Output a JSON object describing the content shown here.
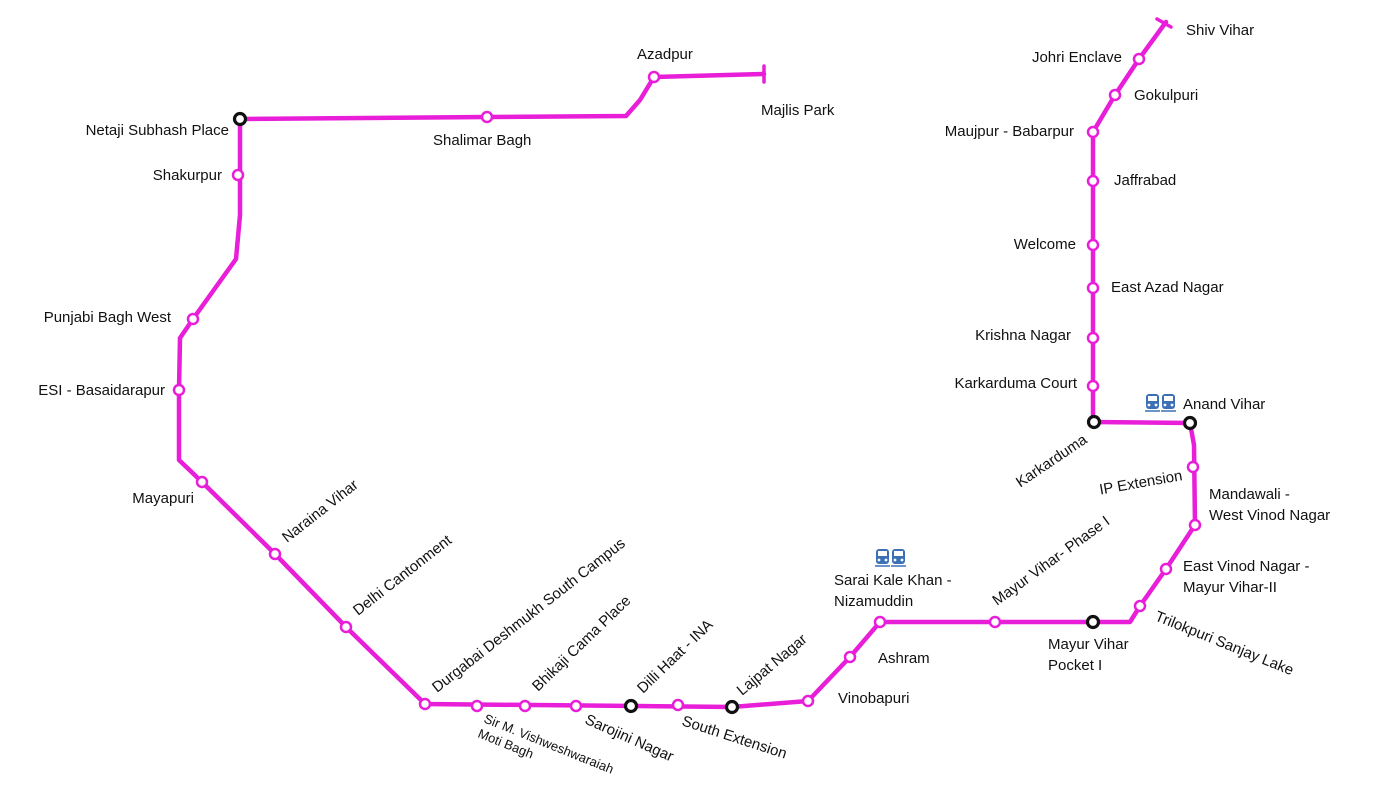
{
  "map_title": "Delhi Metro Pink Line",
  "line_color": "#e81ed8",
  "interchange_color": "#111111",
  "rail_icon_color": "#3b6fb6",
  "stations": [
    {
      "id": "shiv-vihar",
      "label": "Shiv Vihar",
      "type": "terminus"
    },
    {
      "id": "johri-enclave",
      "label": "Johri Enclave",
      "type": "station"
    },
    {
      "id": "gokulpuri",
      "label": "Gokulpuri",
      "type": "station"
    },
    {
      "id": "maujpur-babarpur",
      "label": "Maujpur - Babarpur",
      "type": "station"
    },
    {
      "id": "jaffrabad",
      "label": "Jaffrabad",
      "type": "station"
    },
    {
      "id": "welcome",
      "label": "Welcome",
      "type": "station"
    },
    {
      "id": "east-azad-nagar",
      "label": "East Azad Nagar",
      "type": "station"
    },
    {
      "id": "krishna-nagar",
      "label": "Krishna Nagar",
      "type": "station"
    },
    {
      "id": "karkarduma-court",
      "label": "Karkarduma Court",
      "type": "station"
    },
    {
      "id": "karkarduma",
      "label": "Karkarduma",
      "type": "interchange"
    },
    {
      "id": "anand-vihar",
      "label": "Anand Vihar",
      "type": "interchange",
      "rail_link": true
    },
    {
      "id": "ip-extension",
      "label": "IP Extension",
      "type": "station"
    },
    {
      "id": "mandawali",
      "label": [
        "Mandawali -",
        "West Vinod Nagar"
      ],
      "type": "station"
    },
    {
      "id": "east-vinod-nagar",
      "label": [
        "East Vinod Nagar -",
        "Mayur Vihar-II"
      ],
      "type": "station"
    },
    {
      "id": "trilokpuri",
      "label": "Trilokpuri Sanjay Lake",
      "type": "station"
    },
    {
      "id": "mayur-vihar-pocket-1",
      "label": [
        "Mayur Vihar",
        "Pocket I"
      ],
      "type": "interchange"
    },
    {
      "id": "mayur-vihar-phase-1",
      "label": "Mayur Vihar- Phase I",
      "type": "station"
    },
    {
      "id": "sarai-kale-khan",
      "label": [
        "Sarai Kale Khan -",
        "Nizamuddin"
      ],
      "type": "station",
      "rail_link": true
    },
    {
      "id": "ashram",
      "label": "Ashram",
      "type": "station"
    },
    {
      "id": "vinobapuri",
      "label": "Vinobapuri",
      "type": "station"
    },
    {
      "id": "lajpat-nagar",
      "label": "Lajpat Nagar",
      "type": "interchange"
    },
    {
      "id": "south-extension",
      "label": "South Extension",
      "type": "station"
    },
    {
      "id": "dilli-haat-ina",
      "label": "Dilli Haat - INA",
      "type": "interchange"
    },
    {
      "id": "sarojini-nagar",
      "label": "Sarojini Nagar",
      "type": "station"
    },
    {
      "id": "bhikaji-cama-place",
      "label": "Bhikaji Cama Place",
      "type": "station"
    },
    {
      "id": "moti-bagh",
      "label": [
        "Sir M. Vishweshwaraiah",
        "Moti Bagh"
      ],
      "type": "station"
    },
    {
      "id": "durgabai",
      "label": "Durgabai Deshmukh South Campus",
      "type": "station"
    },
    {
      "id": "delhi-cantonment",
      "label": "Delhi Cantonment",
      "type": "station"
    },
    {
      "id": "naraina-vihar",
      "label": "Naraina Vihar",
      "type": "station"
    },
    {
      "id": "mayapuri",
      "label": "Mayapuri",
      "type": "station"
    },
    {
      "id": "esi-basaidarapur",
      "label": "ESI - Basaidarapur",
      "type": "station"
    },
    {
      "id": "punjabi-bagh-west",
      "label": "Punjabi Bagh West",
      "type": "station"
    },
    {
      "id": "shakurpur",
      "label": "Shakurpur",
      "type": "station"
    },
    {
      "id": "netaji-subhash-place",
      "label": "Netaji Subhash Place",
      "type": "interchange"
    },
    {
      "id": "shalimar-bagh",
      "label": "Shalimar Bagh",
      "type": "station"
    },
    {
      "id": "azadpur",
      "label": "Azadpur",
      "type": "station"
    },
    {
      "id": "majlis-park",
      "label": "Majlis Park",
      "type": "terminus"
    }
  ]
}
